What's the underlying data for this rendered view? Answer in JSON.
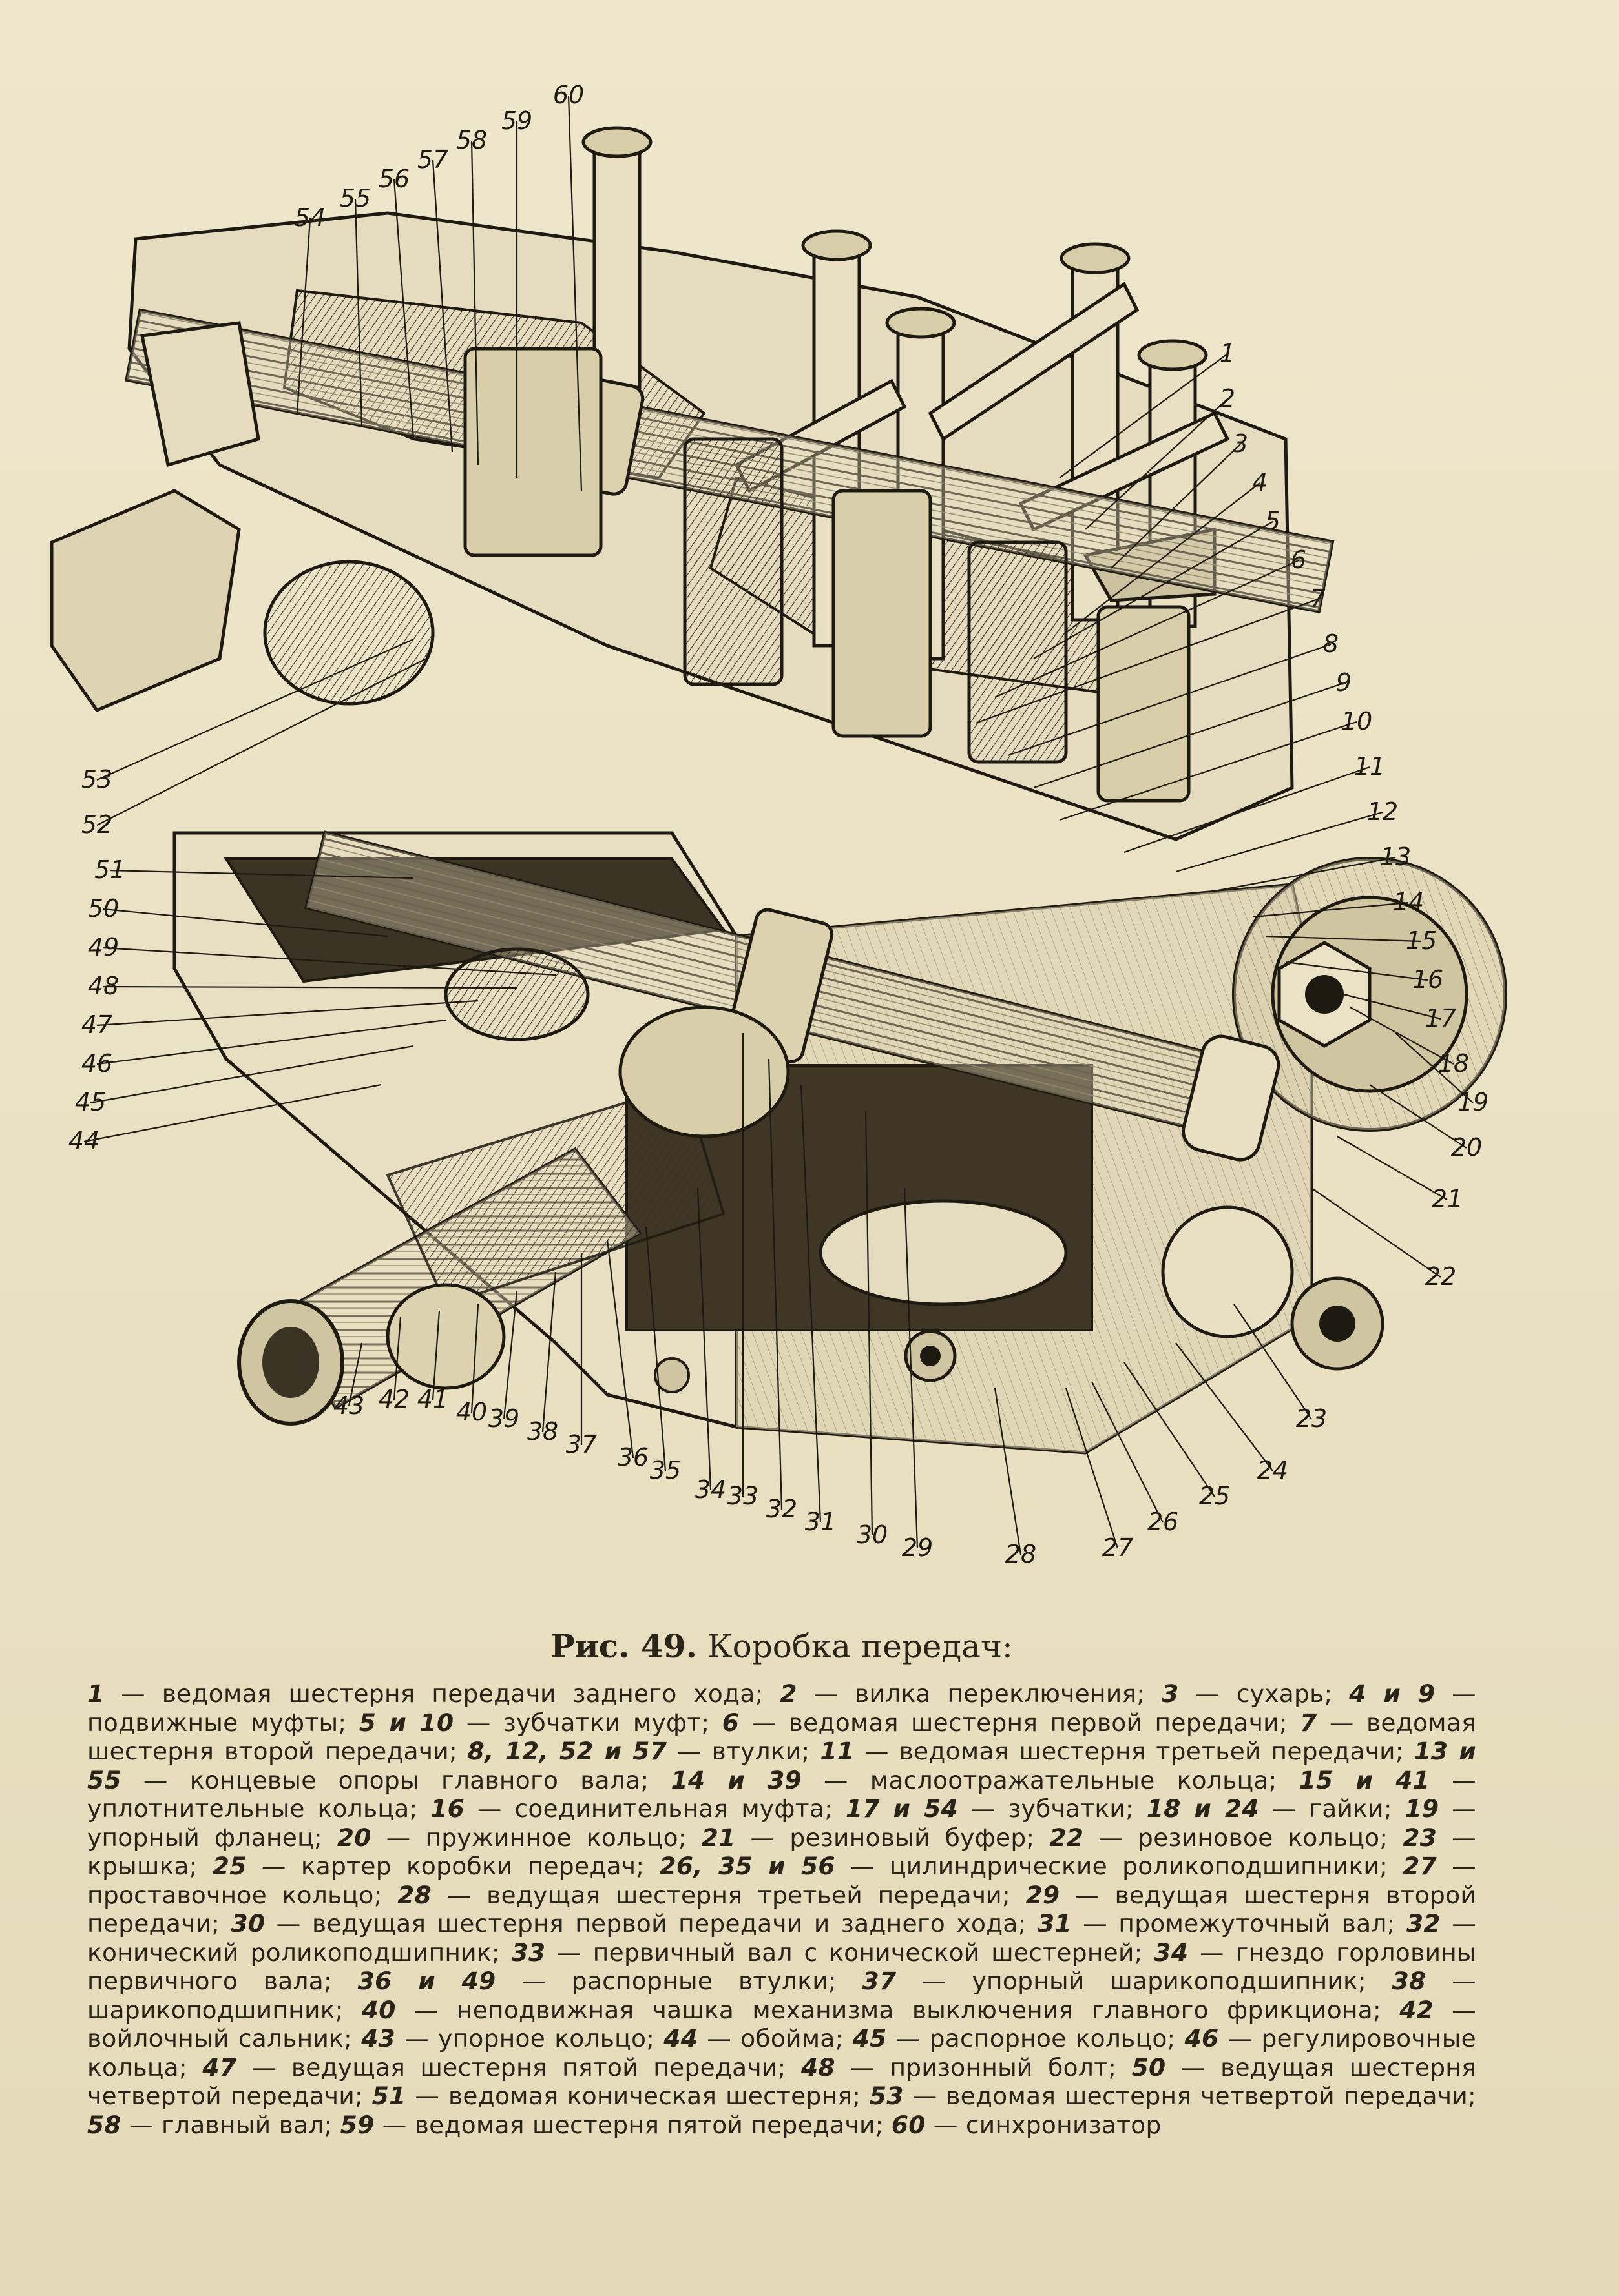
{
  "figure": {
    "number": "Рис. 49.",
    "title": "Коробка передач:"
  },
  "callouts": [
    "1",
    "2",
    "3",
    "4",
    "5",
    "6",
    "7",
    "8",
    "9",
    "10",
    "11",
    "12",
    "13",
    "14",
    "15",
    "16",
    "17",
    "18",
    "19",
    "20",
    "21",
    "22",
    "23",
    "24",
    "25",
    "26",
    "27",
    "28",
    "29",
    "30",
    "31",
    "32",
    "33",
    "34",
    "35",
    "36",
    "37",
    "38",
    "39",
    "40",
    "41",
    "42",
    "43",
    "44",
    "45",
    "46",
    "47",
    "48",
    "49",
    "50",
    "51",
    "52",
    "53",
    "54",
    "55",
    "56",
    "57",
    "58",
    "59",
    "60"
  ],
  "legend": [
    {
      "nums": "1",
      "sep": " — ",
      "text": "ведомая шестерня передачи заднего хода;"
    },
    {
      "nums": "2",
      "sep": " — ",
      "text": "вилка переключения;"
    },
    {
      "nums": "3",
      "sep": " — ",
      "text": "сухарь;"
    },
    {
      "nums": "4 и 9",
      "sep": " — ",
      "text": "подвижные муфты;"
    },
    {
      "nums": "5 и 10",
      "sep": " — ",
      "text": "зубчатки муфт;"
    },
    {
      "nums": "6",
      "sep": " — ",
      "text": "ведомая шестерня первой передачи;"
    },
    {
      "nums": "7",
      "sep": " — ",
      "text": "ведомая шестерня второй передачи;"
    },
    {
      "nums": "8, 12, 52 и 57",
      "sep": " — ",
      "text": "втулки;"
    },
    {
      "nums": "11",
      "sep": " — ",
      "text": "ведомая шестерня третьей передачи;"
    },
    {
      "nums": "13 и 55",
      "sep": " — ",
      "text": "концевые опоры главного вала;"
    },
    {
      "nums": "14 и 39",
      "sep": " — ",
      "text": "маслоотражательные кольца;"
    },
    {
      "nums": "15 и 41",
      "sep": " — ",
      "text": "уплотнительные кольца;"
    },
    {
      "nums": "16",
      "sep": " — ",
      "text": "соединительная муфта;"
    },
    {
      "nums": "17 и 54",
      "sep": " — ",
      "text": "зубчатки;"
    },
    {
      "nums": "18 и 24",
      "sep": " — ",
      "text": "гайки;"
    },
    {
      "nums": "19",
      "sep": " — ",
      "text": "упорный фланец;"
    },
    {
      "nums": "20",
      "sep": " — ",
      "text": "пружинное кольцо;"
    },
    {
      "nums": "21",
      "sep": " — ",
      "text": "резиновый буфер;"
    },
    {
      "nums": "22",
      "sep": " — ",
      "text": "резиновое кольцо;"
    },
    {
      "nums": "23",
      "sep": " — ",
      "text": "крышка;"
    },
    {
      "nums": "25",
      "sep": " — ",
      "text": "картер коробки передач;"
    },
    {
      "nums": "26, 35 и 56",
      "sep": " — ",
      "text": "цилиндрические роликоподшипники;"
    },
    {
      "nums": "27",
      "sep": " — ",
      "text": "проставочное кольцо;"
    },
    {
      "nums": "28",
      "sep": " — ",
      "text": "ведущая шестерня третьей передачи;"
    },
    {
      "nums": "29",
      "sep": " — ",
      "text": "ведущая шестерня второй передачи;"
    },
    {
      "nums": "30",
      "sep": " — ",
      "text": "ведущая шестерня первой передачи и заднего хода;"
    },
    {
      "nums": "31",
      "sep": " — ",
      "text": "промежуточный вал;"
    },
    {
      "nums": "32",
      "sep": " — ",
      "text": "конический роликоподшипник;"
    },
    {
      "nums": "33",
      "sep": " — ",
      "text": "первичный вал с конической шестерней;"
    },
    {
      "nums": "34",
      "sep": " — ",
      "text": "гнездо горловины первичного вала;"
    },
    {
      "nums": "36 и 49",
      "sep": " — ",
      "text": "распорные втулки;"
    },
    {
      "nums": "37",
      "sep": " — ",
      "text": "упорный шарикоподшипник;"
    },
    {
      "nums": "38",
      "sep": " — ",
      "text": "шарикоподшипник;"
    },
    {
      "nums": "40",
      "sep": " — ",
      "text": "неподвижная чашка механизма выключения главного фрикциона;"
    },
    {
      "nums": "42",
      "sep": " — ",
      "text": "войлочный сальник;"
    },
    {
      "nums": "43",
      "sep": " — ",
      "text": "упорное кольцо;"
    },
    {
      "nums": "44",
      "sep": " — ",
      "text": "обойма;"
    },
    {
      "nums": "45",
      "sep": " — ",
      "text": "распорное кольцо;"
    },
    {
      "nums": "46",
      "sep": " — ",
      "text": "регулировочные кольца;"
    },
    {
      "nums": "47",
      "sep": " — ",
      "text": "ведущая шестерня пятой передачи;"
    },
    {
      "nums": "48",
      "sep": " — ",
      "text": "призонный болт;"
    },
    {
      "nums": "50",
      "sep": " — ",
      "text": "ведущая шестерня четвертой передачи;"
    },
    {
      "nums": "51",
      "sep": " — ",
      "text": "ведомая коническая шестерня;"
    },
    {
      "nums": "53",
      "sep": " — ",
      "text": "ведомая шестерня четвертой передачи;"
    },
    {
      "nums": "58",
      "sep": " — ",
      "text": "главный вал;"
    },
    {
      "nums": "59",
      "sep": " — ",
      "text": "ведомая шестерня пятой передачи;"
    },
    {
      "nums": "60",
      "sep": " — ",
      "text": "синхронизатор"
    }
  ]
}
